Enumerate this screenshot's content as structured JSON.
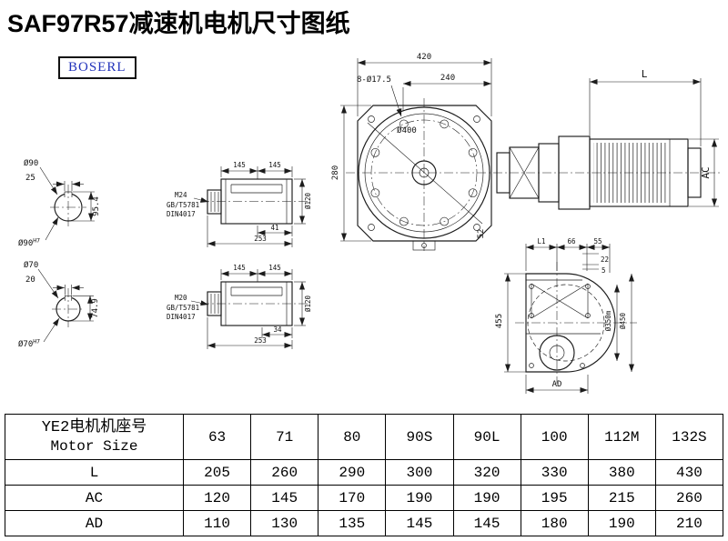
{
  "title": "SAF97R57减速机电机尺寸图纸",
  "logo": "BOSERL",
  "colors": {
    "logo_text": "#2233bb",
    "line": "#1c1c1c"
  },
  "drawing": {
    "front_view": {
      "dim_420": "420",
      "dim_240": "240",
      "holes_label": "8-Ø17.5",
      "dim_d400": "Ø400",
      "dim_280": "280",
      "dim_52": "52"
    },
    "motor_view": {
      "dim_L": "L",
      "dim_AC": "AC"
    },
    "side_view": {
      "dim_L1": "L1",
      "dim_66": "66",
      "dim_55": "55",
      "dim_22": "22",
      "dim_5": "5",
      "dim_455": "455",
      "dim_d350": "Ø350m",
      "dim_d450": "Ø450",
      "dim_AD": "AD"
    },
    "shaft_end_90": {
      "dim_d": "Ø90",
      "dim_key": "25",
      "dim_h": "95.4",
      "bore": "Ø90",
      "bore_tol": "H7"
    },
    "shaft_end_70": {
      "dim_d": "Ø70",
      "dim_key": "20",
      "dim_h": "74.9",
      "bore": "Ø70",
      "bore_tol": "H7"
    },
    "shaft_top": {
      "dim_145a": "145",
      "dim_145b": "145",
      "dim_d120": "Ø120",
      "thread": "M24",
      "std1": "GB/T5781",
      "std2": "DIN4017",
      "dim_key_len": "41",
      "dim_total": "253"
    },
    "shaft_bottom": {
      "dim_145a": "145",
      "dim_145b": "145",
      "dim_d120": "Ø120",
      "thread": "M20",
      "std1": "GB/T5781",
      "std2": "DIN4017",
      "dim_key_len": "34",
      "dim_total": "253"
    }
  },
  "table": {
    "header_label_cn": "YE2电机机座号",
    "header_label_en": "Motor Size",
    "sizes": [
      "63",
      "71",
      "80",
      "90S",
      "90L",
      "100",
      "112M",
      "132S"
    ],
    "rows": [
      {
        "label": "L",
        "values": [
          "205",
          "260",
          "290",
          "300",
          "320",
          "330",
          "380",
          "430"
        ]
      },
      {
        "label": "AC",
        "values": [
          "120",
          "145",
          "170",
          "190",
          "190",
          "195",
          "215",
          "260"
        ]
      },
      {
        "label": "AD",
        "values": [
          "110",
          "130",
          "135",
          "145",
          "145",
          "180",
          "190",
          "210"
        ]
      }
    ]
  }
}
